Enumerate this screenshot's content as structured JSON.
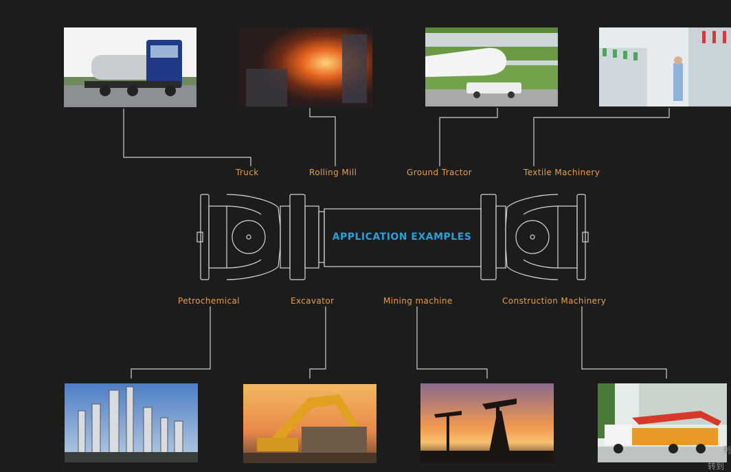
{
  "title": "APPLICATION  EXAMPLES",
  "top_items": [
    {
      "label": "Truck",
      "icon": "truck-photo"
    },
    {
      "label": "Rolling Mill",
      "icon": "rolling-mill-photo"
    },
    {
      "label": "Ground Tractor",
      "icon": "ground-tractor-photo"
    },
    {
      "label": "Textile Machinery",
      "icon": "textile-machinery-photo"
    }
  ],
  "bottom_items": [
    {
      "label": "Petrochemical",
      "icon": "petrochemical-photo"
    },
    {
      "label": "Excavator",
      "icon": "excavator-photo"
    },
    {
      "label": "Mining machine",
      "icon": "mining-machine-photo"
    },
    {
      "label": "Construction Machinery",
      "icon": "construction-machinery-photo"
    }
  ],
  "watermark_1": "刊",
  "watermark_2": "转到",
  "colors": {
    "background": "#1c1c1c",
    "label": "#e8a04a",
    "title": "#2aa0dc",
    "line": "#d0d0d0"
  }
}
